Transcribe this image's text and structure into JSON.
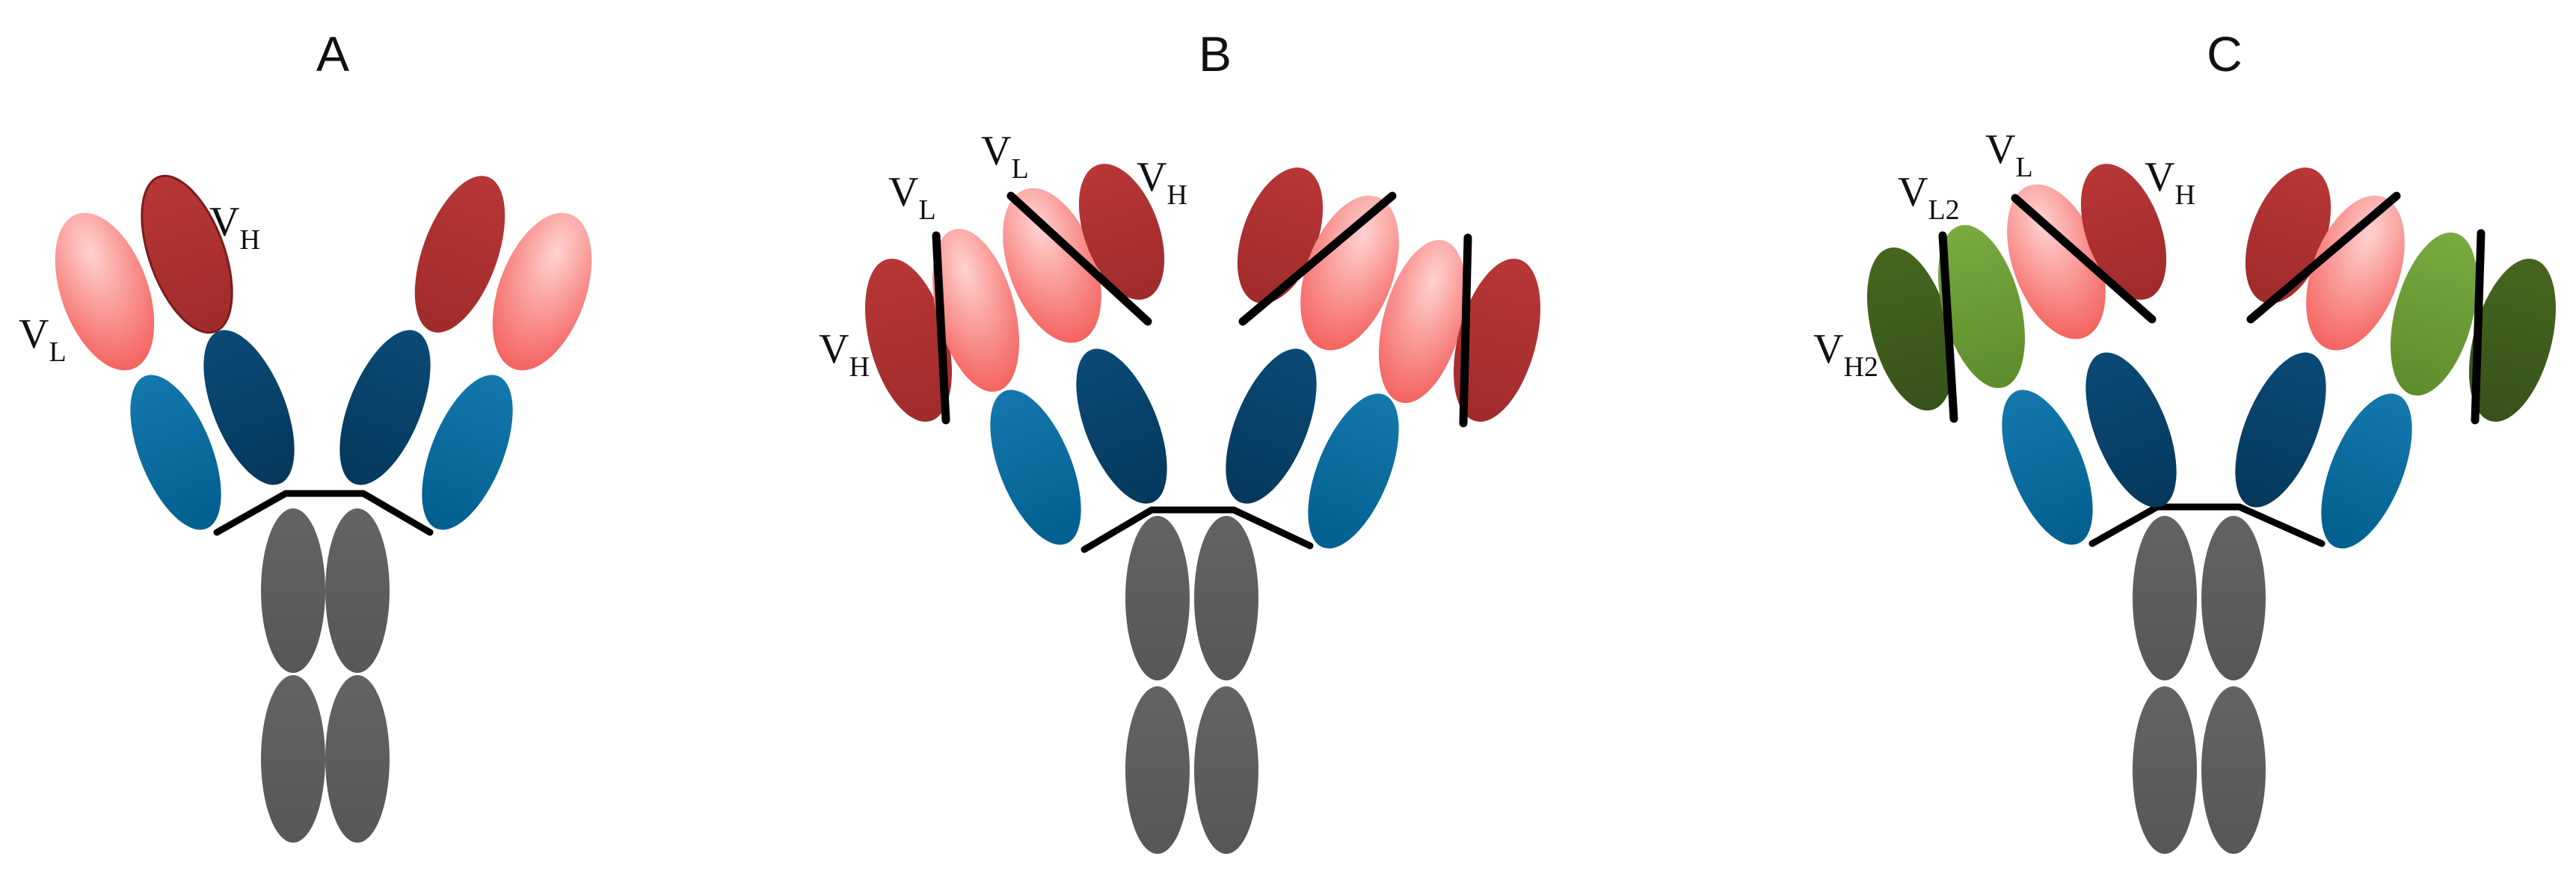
{
  "panels": [
    {
      "id": "A",
      "title": "A",
      "labels": {
        "vh": {
          "main": "V",
          "sub": "H"
        },
        "vl": {
          "main": "V",
          "sub": "L"
        }
      }
    },
    {
      "id": "B",
      "title": "B",
      "labels": {
        "vl_outer": {
          "main": "V",
          "sub": "L"
        },
        "vl_inner": {
          "main": "V",
          "sub": "L"
        },
        "vh_inner": {
          "main": "V",
          "sub": "H"
        },
        "vh_outer": {
          "main": "V",
          "sub": "H"
        }
      }
    },
    {
      "id": "C",
      "title": "C",
      "labels": {
        "vl2": {
          "main": "V",
          "sub": "L2"
        },
        "vl_inner": {
          "main": "V",
          "sub": "L"
        },
        "vh_inner": {
          "main": "V",
          "sub": "H"
        },
        "vh2": {
          "main": "V",
          "sub": "H2"
        }
      }
    }
  ],
  "colors": {
    "vl_light_red": "#f4635f",
    "vh_dark_red": "#aa2f2f",
    "cl_blue": "#02679a",
    "ch1_navy": "#073f66",
    "fc_gray": "#5e5e5e",
    "vl2_light_green": "#6a9b33",
    "vh2_dark_green": "#3f5e1d",
    "linker_black": "#000000"
  }
}
